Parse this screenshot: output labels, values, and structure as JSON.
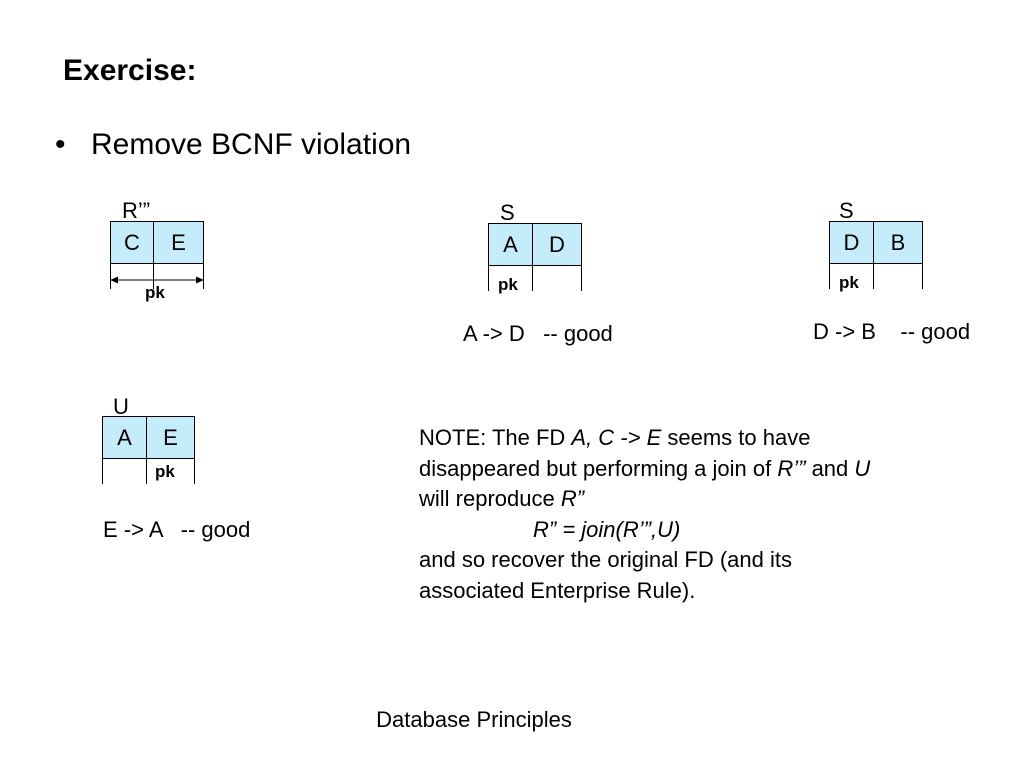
{
  "title": "Exercise:",
  "bullet": {
    "symbol": "•",
    "text": "Remove BCNF violation"
  },
  "relations": {
    "r3": {
      "name": "R’”",
      "attrs": [
        "C",
        "E"
      ],
      "pk": "pk"
    },
    "s1": {
      "name": "S",
      "attrs": [
        "A",
        "D"
      ],
      "pk": "pk",
      "fd": "A -> D   -- good"
    },
    "s2": {
      "name": "S",
      "attrs": [
        "D",
        "B"
      ],
      "pk": "pk",
      "fd": "D -> B    -- good"
    },
    "u": {
      "name": "U",
      "attrs": [
        "A",
        "E"
      ],
      "pk": "pk",
      "fd": "E -> A   -- good"
    }
  },
  "note": {
    "l1_a": "NOTE: The FD ",
    "l1_b": "A, C -> E",
    "l1_c": " seems to have",
    "l2_a": "disappeared but performing a join of ",
    "l2_b": "R’”",
    "l2_c": " and ",
    "l2_d": "U",
    "l3_a": "will reproduce ",
    "l3_b": "R”",
    "l4": "R” = join(R’”,U)",
    "l5": "and so recover the original FD (and its",
    "l6": "associated Enterprise Rule)."
  },
  "footer": "Database Principles",
  "colors": {
    "cell_fill": "#c4ecfb"
  }
}
